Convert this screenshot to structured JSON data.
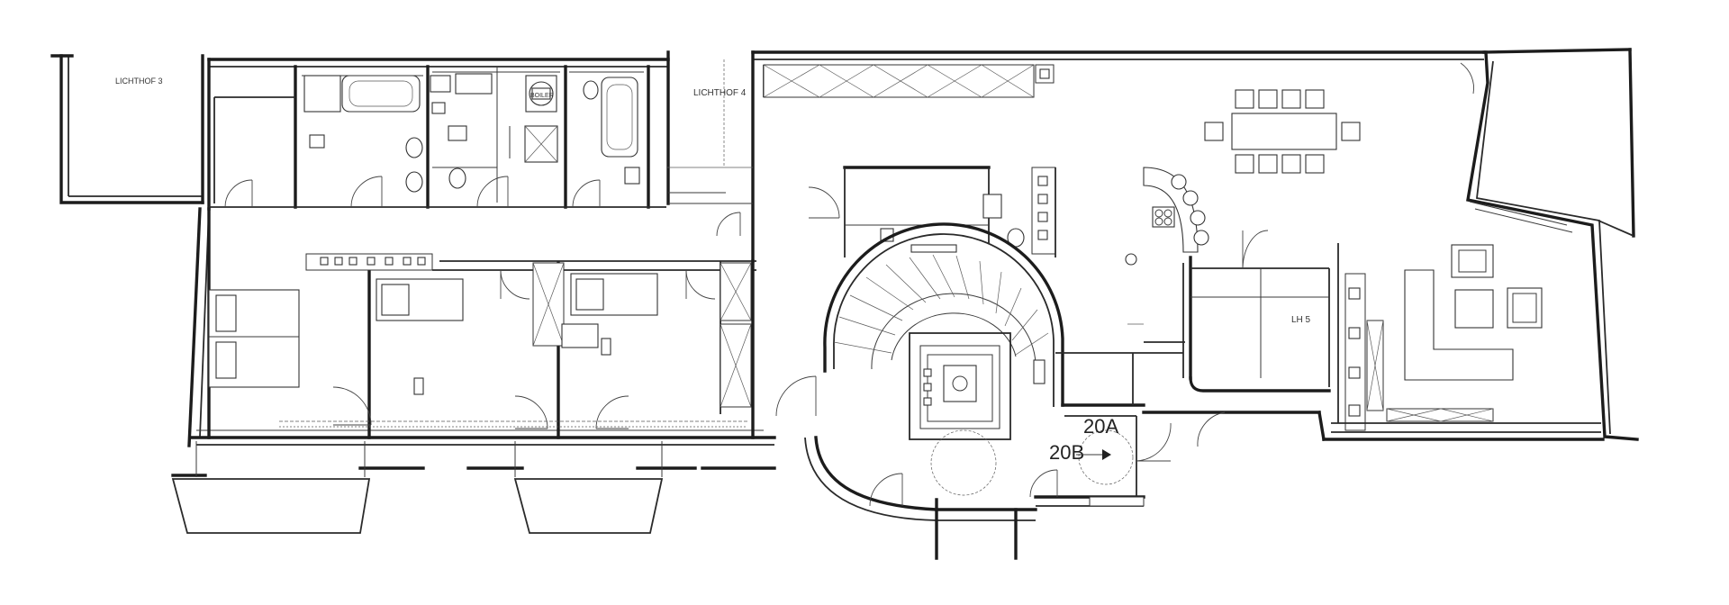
{
  "labels": {
    "lichthof3": "LICHTHOF 3",
    "lichthof4": "LICHTHOF 4",
    "boiler": "BOILER",
    "lh5": "LH 5",
    "unit20a": "20A",
    "unit20b": "20B"
  },
  "colors": {
    "wall": "#1c1c1c",
    "line": "#3a3a3a",
    "background": "#ffffff"
  }
}
